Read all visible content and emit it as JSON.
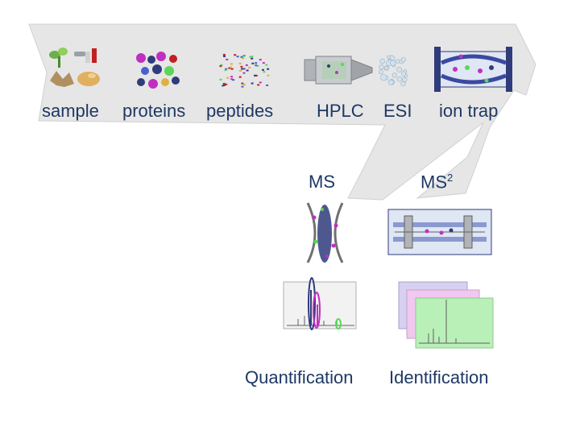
{
  "colors": {
    "arrow_fill": "#e6e6e6",
    "arrow_stroke": "#d0d0d0",
    "label": "#1f3864",
    "dark_blue": "#2f3b7a",
    "magenta": "#c030c0",
    "green": "#5bd65b",
    "pink_panel": "#f0c8f0",
    "lilac_panel": "#d8d0f0",
    "green_panel": "#b8f0b8"
  },
  "pipeline": {
    "sample": "sample",
    "proteins": "proteins",
    "peptides": "peptides",
    "hplc": "HPLC",
    "esi": "ESI",
    "ion_trap": "ion trap"
  },
  "branches": {
    "ms": "MS",
    "ms2_base": "MS",
    "ms2_sup": "2"
  },
  "outputs": {
    "quantification": "Quantification",
    "identification": "Identification"
  },
  "icons": {
    "sample": "plant-bacteria-animal-icon",
    "proteins": "protein-blobs-icon",
    "peptides": "peptide-fragments-icon",
    "hplc": "hplc-column-icon",
    "esi": "spray-droplets-icon",
    "ion_trap": "ion-trap-icon",
    "ms": "ms-trap-lens-icon",
    "ms2": "ms2-quadrupole-icon",
    "ms_spectrum": "ms1-spectrum-icon",
    "ms2_spectra": "ms2-spectra-stack-icon"
  }
}
